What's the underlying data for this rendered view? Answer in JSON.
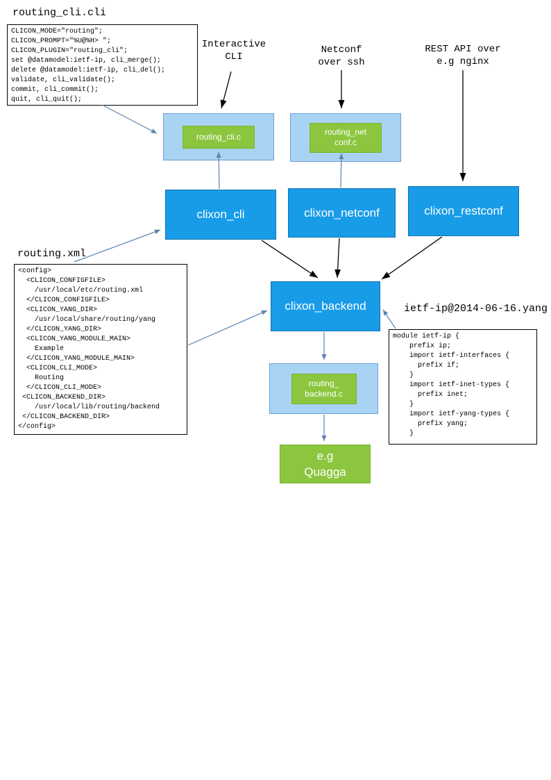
{
  "diagram": {
    "labels": {
      "cli_file": "routing_cli.cli",
      "xml_file": "routing.xml",
      "yang_file": "ietf-ip@2014-06-16.yang"
    },
    "annotations": {
      "interactive_cli": "Interactive\nCLI",
      "netconf": "Netconf\nover ssh",
      "rest_api": "REST API over\ne.g nginx"
    },
    "code": {
      "cli_file": "CLICON_MODE=\"routing\";\nCLICON_PROMPT=\"%U@%H> \";\nCLICON_PLUGIN=\"routing_cli\";\nset @datamodel:ietf-ip, cli_merge();\ndelete @datamodel:ietf-ip, cli_del();\nvalidate, cli_validate();\ncommit, cli_commit();\nquit, cli_quit();",
      "xml_file": "<config>\n  <CLICON_CONFIGFILE>\n    /usr/local/etc/routing.xml\n  </CLICON_CONFIGFILE>\n  <CLICON_YANG_DIR>\n    /usr/local/share/routing/yang\n  </CLICON_YANG_DIR>\n  <CLICON_YANG_MODULE_MAIN>\n    Example\n  </CLICON_YANG_MODULE_MAIN>\n  <CLICON_CLI_MODE>\n    Routing\n  </CLICON_CLI_MODE>\n <CLICON_BACKEND_DIR>\n    /usr/local/lib/routing/backend\n </CLICON_BACKEND_DIR>\n</config>",
      "yang_file": "module ietf-ip {\n    prefix ip;\n    import ietf-interfaces {\n      prefix if;\n    }\n    import ietf-inet-types {\n      prefix inet;\n    }\n    import ietf-yang-types {\n      prefix yang;\n    }"
    },
    "nodes": {
      "routing_cli_c": "routing_cli.c",
      "routing_netconf_c": "routing_net\nconf.c",
      "clixon_cli": "clixon_cli",
      "clixon_netconf": "clixon_netconf",
      "clixon_restconf": "clixon_restconf",
      "clixon_backend": "clixon_backend",
      "routing_backend_c": "routing_\nbackend.c",
      "quagga": "e.g\nQuagga"
    },
    "colors": {
      "process_blue": "#189ce8",
      "plugin_container_blue": "#a9d3f2",
      "plugin_green": "#8cc63f",
      "arrow_black": "#000000",
      "arrow_blue": "#5983b0"
    }
  }
}
